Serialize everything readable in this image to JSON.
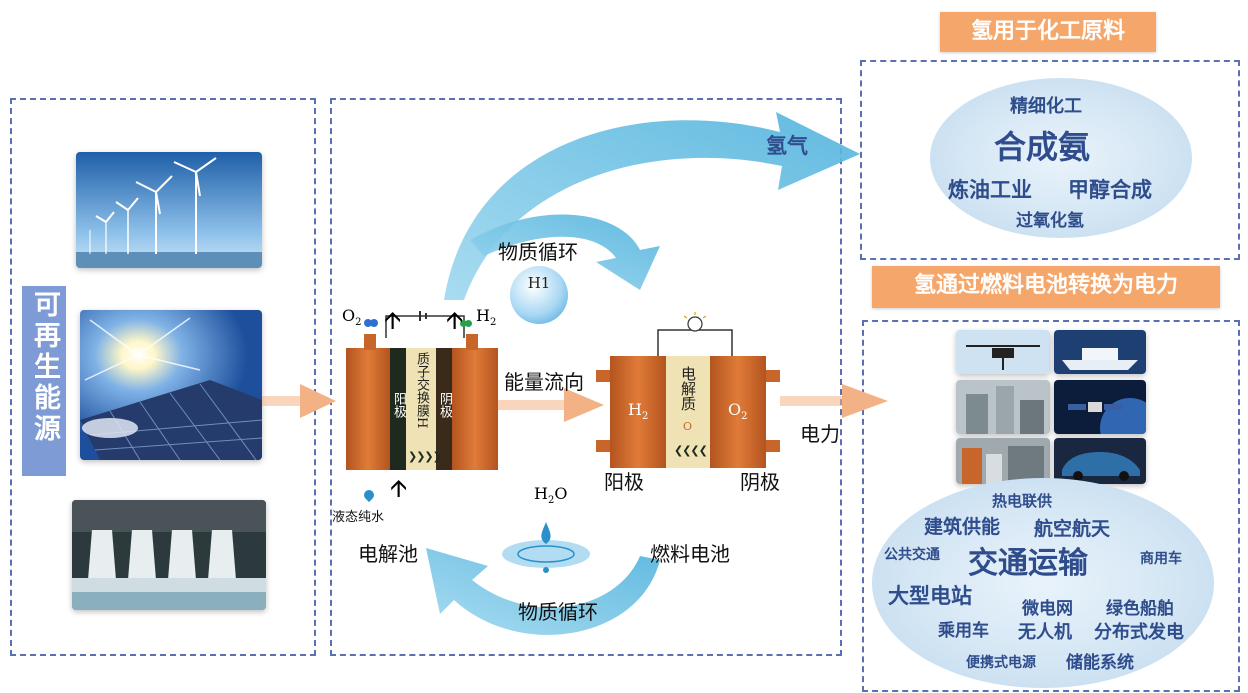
{
  "left_panel": {
    "label": "可再生能源",
    "images": [
      "wind-turbines",
      "solar-panels",
      "hydro-dam"
    ]
  },
  "electrolyzer": {
    "membrane_label": "质子交换膜H",
    "anode_label": "阳极",
    "cathode_label": "阴极",
    "top_left_gas": "O",
    "top_left_sub": "2",
    "top_right_gas": "H",
    "top_right_sub": "2",
    "bottom_label": "液态纯水",
    "caption": "电解池"
  },
  "fuel_cell": {
    "left_gas": "H",
    "left_sub": "2",
    "right_gas": "O",
    "right_sub": "2",
    "electrolyte_label": "电解质",
    "electrolyte_sub": "O",
    "anode_label": "阳极",
    "cathode_label": "阴极",
    "caption": "燃料电池"
  },
  "flow": {
    "hydrogen_label": "氢气",
    "material_cycle_top": "物质循环",
    "h_drop": "H1",
    "energy_flow": "能量流向",
    "water_label": "H",
    "water_sub": "2",
    "water_tail": "O",
    "material_cycle_bottom": "物质循环",
    "power_label": "电力"
  },
  "chemical": {
    "title": "氢用于化工原料",
    "words": [
      "精细化工",
      "合成氨",
      "炼油工业",
      "甲醇合成",
      "过氧化氢"
    ]
  },
  "power": {
    "title": "氢通过燃料电池转换为电力",
    "images": [
      "drone",
      "ship",
      "power-plant",
      "satellite",
      "industrial-plant",
      "fuel-cell-car"
    ],
    "words": [
      "热电联供",
      "建筑供能",
      "航空航天",
      "公共交通",
      "交通运输",
      "商用车",
      "大型电站",
      "微电网",
      "绿色船舶",
      "乘用车",
      "无人机",
      "分布式发电",
      "便携式电源",
      "储能系统"
    ]
  },
  "colors": {
    "dash_border": "#5b6fb3",
    "tag_orange": "#f5a66b",
    "tag_blue": "#7e9bd6",
    "word_blue": "#2f4d8c",
    "cell_brown": "#c8652b",
    "arrow_blue": "#6cc3e4",
    "arrow_peach": "#f2b285"
  }
}
